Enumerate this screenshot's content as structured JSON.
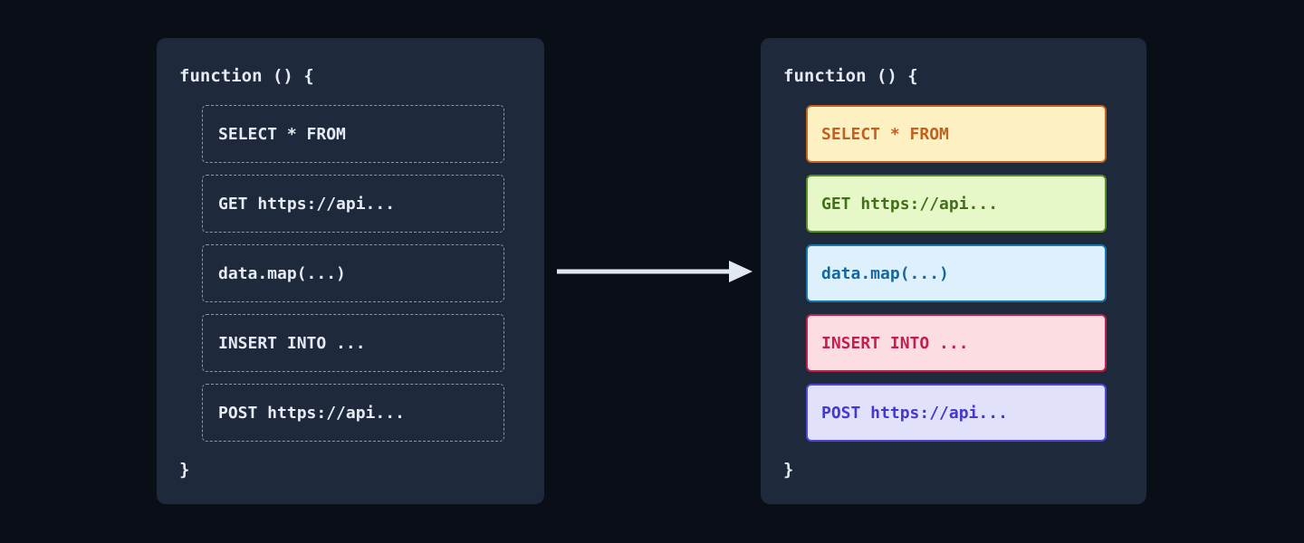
{
  "left_panel": {
    "header": "function () {",
    "footer": "}",
    "items": [
      {
        "label": "SELECT * FROM"
      },
      {
        "label": "GET https://api..."
      },
      {
        "label": "data.map(...)"
      },
      {
        "label": "INSERT INTO ..."
      },
      {
        "label": "POST https://api..."
      }
    ]
  },
  "right_panel": {
    "header": "function () {",
    "footer": "}",
    "items": [
      {
        "label": "SELECT * FROM",
        "colors": {
          "bg": "#fdf0c2",
          "border": "#c2611e",
          "text": "#c2611e"
        }
      },
      {
        "label": "GET https://api...",
        "colors": {
          "bg": "#e7f8c8",
          "border": "#5a8c26",
          "text": "#42701a"
        }
      },
      {
        "label": "data.map(...)",
        "colors": {
          "bg": "#def0fc",
          "border": "#1a78ae",
          "text": "#13689e"
        }
      },
      {
        "label": "INSERT INTO ...",
        "colors": {
          "bg": "#fcdee2",
          "border": "#c41d50",
          "text": "#c41d50"
        }
      },
      {
        "label": "POST https://api...",
        "colors": {
          "bg": "#e1e1fc",
          "border": "#5246d6",
          "text": "#4438cf"
        }
      }
    ]
  },
  "colors": {
    "page_bg": "#0a0e17",
    "panel_bg": "#1e293b",
    "dashed_border": "#8d97a9",
    "code_text": "#e6ebf3",
    "arrow": "#e2e8f0"
  }
}
